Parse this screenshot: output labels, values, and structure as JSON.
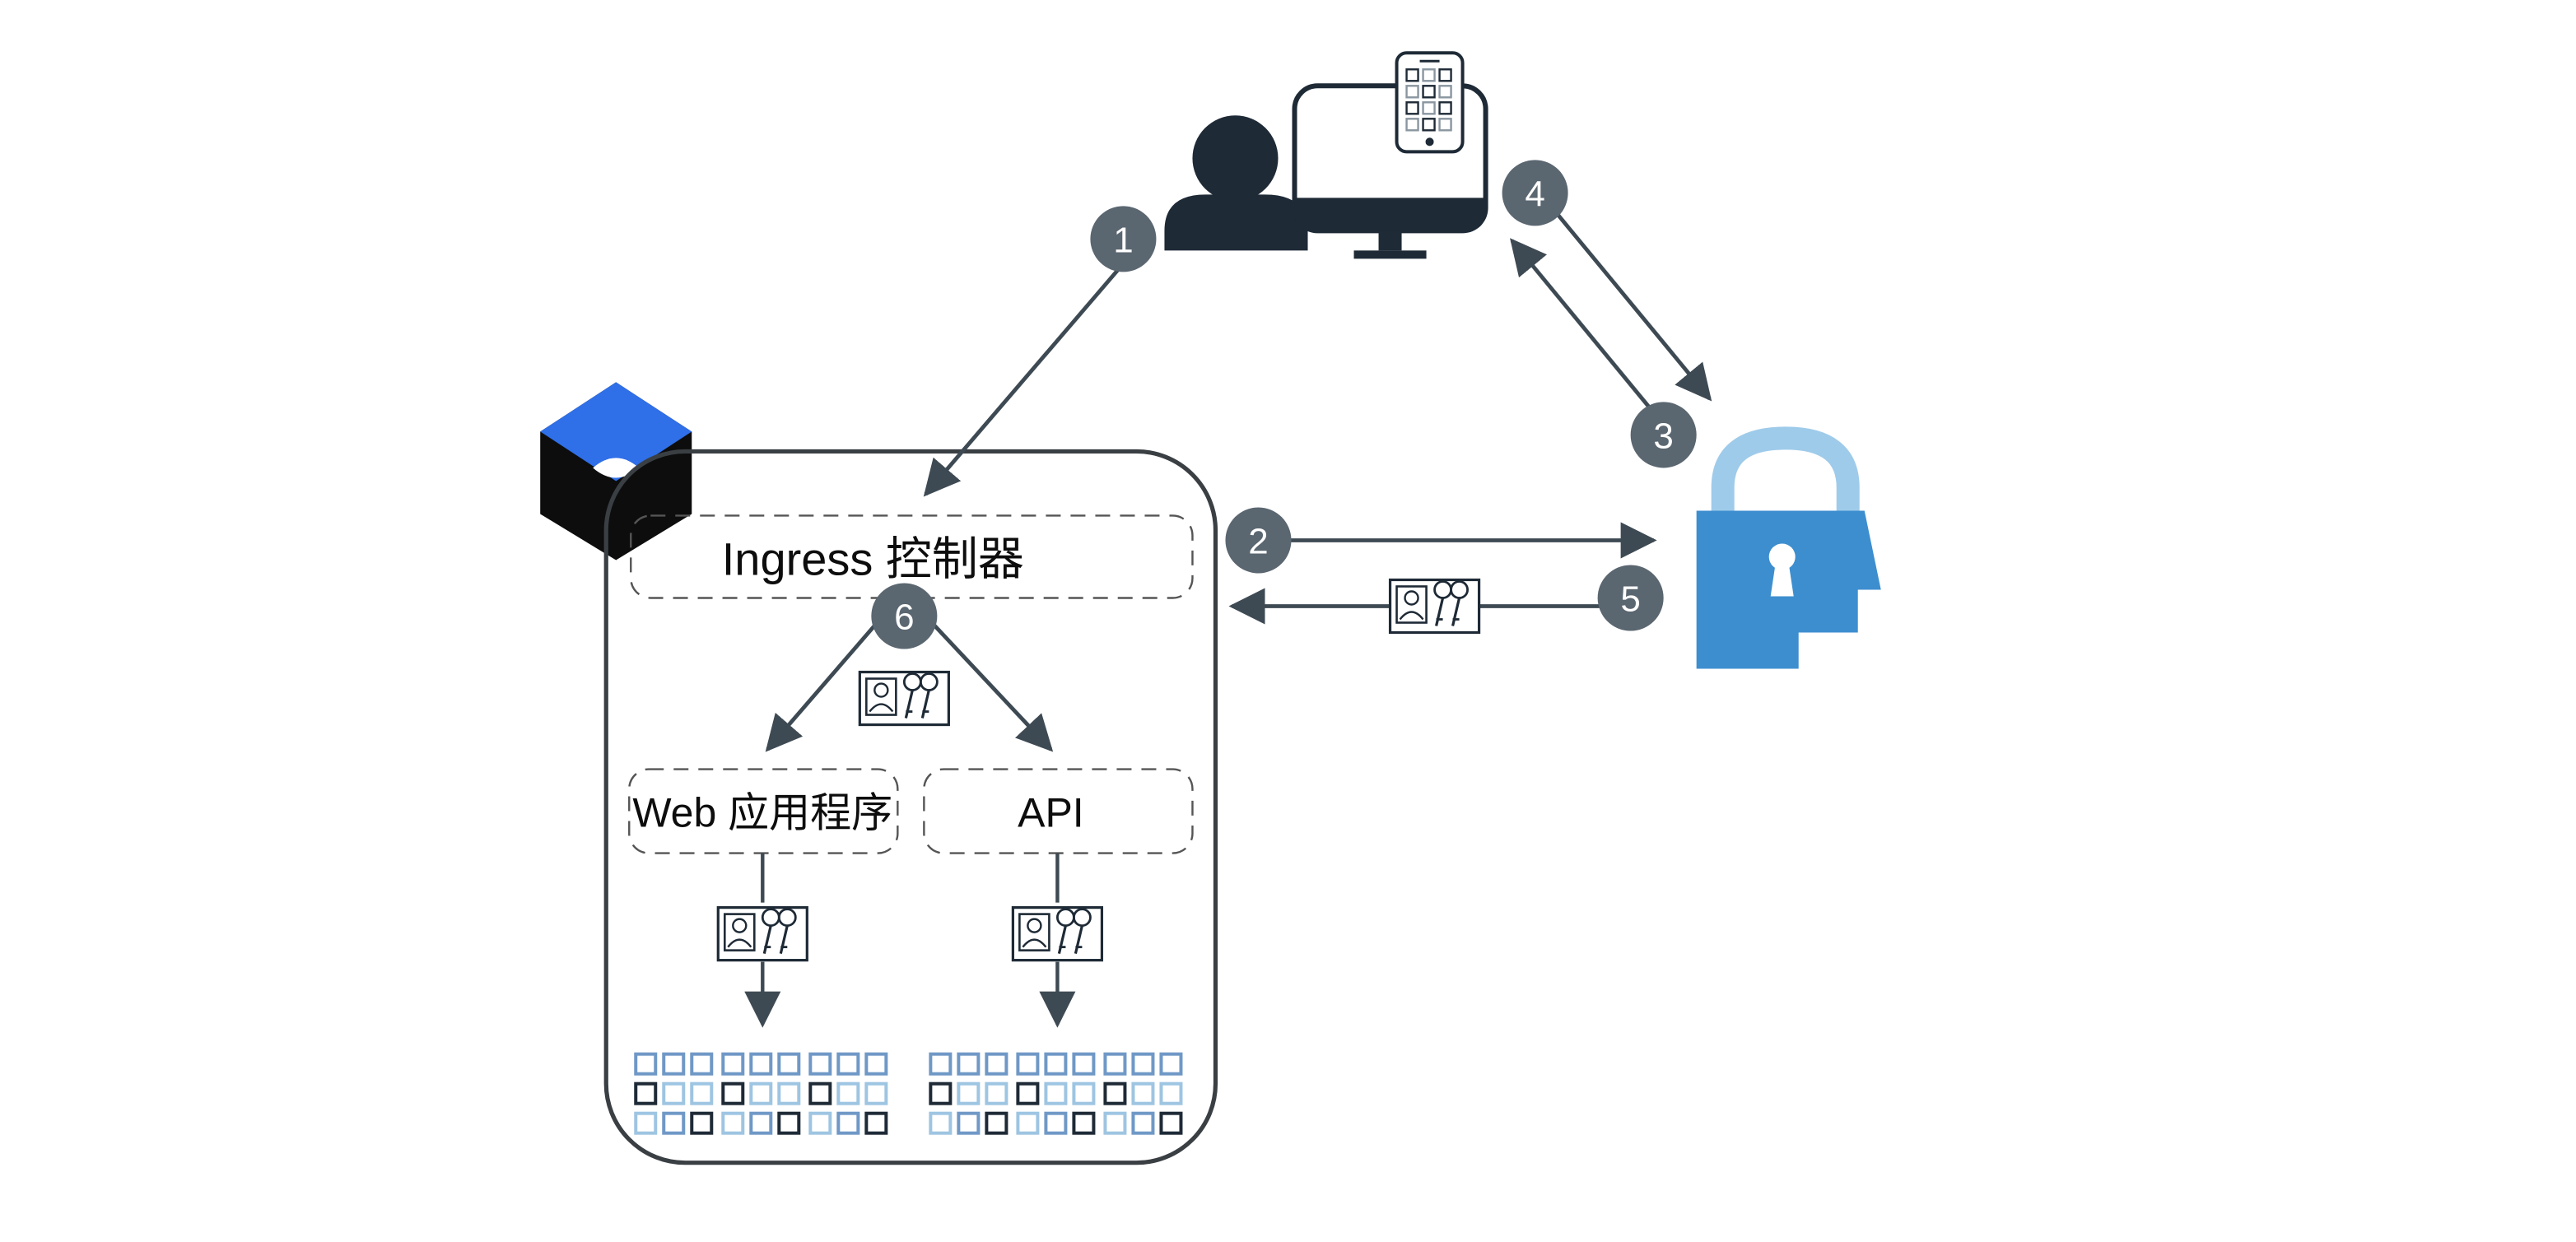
{
  "labels": {
    "ingress_controller": "Ingress 控制器",
    "web_app": "Web 应用程序",
    "api": "API"
  },
  "steps": [
    "1",
    "2",
    "3",
    "4",
    "5",
    "6"
  ],
  "icons": {
    "kubernetes": "cube-logo-icon",
    "user": "user-icon",
    "monitor": "desktop-monitor-icon",
    "mobile": "mobile-phone-icon",
    "identity_provider": "lock-head-icon",
    "credentials": "id-card-keys-icon",
    "workloads": "container-grid-icon"
  },
  "colors": {
    "dark": "#1e2a36",
    "arrow": "#3e4a53",
    "step_badge": "#5a6670",
    "k8s_blue": "#2f6fe8",
    "lock_blue": "#3d8ecf",
    "lock_shackle": "#9fcbea",
    "grid_blue": "#6f98c6",
    "grid_light": "#9ec5e2"
  }
}
